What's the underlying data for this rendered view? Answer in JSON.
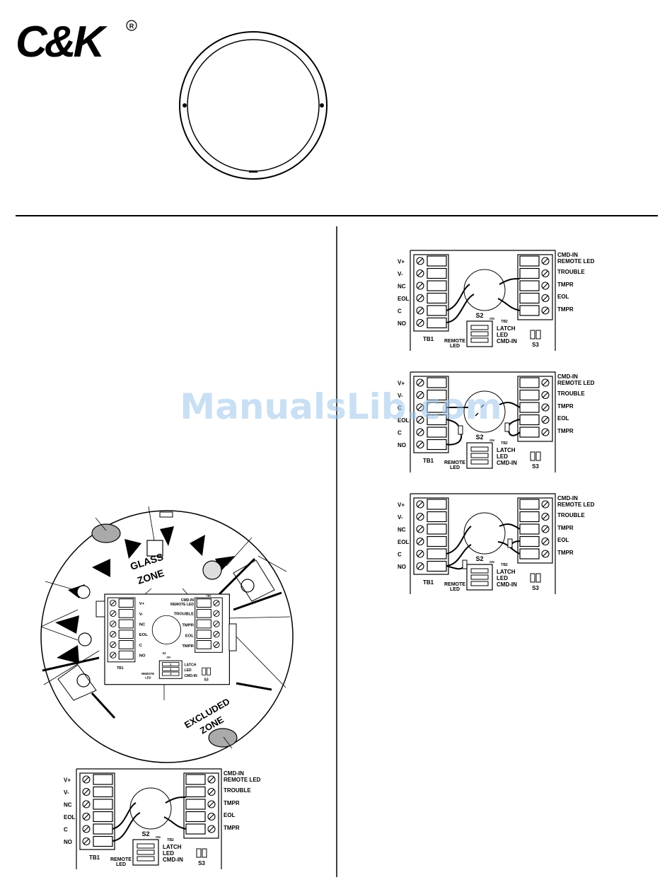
{
  "brand": {
    "logo": "C&K",
    "registered": "R"
  },
  "watermark": "ManualsLib.com",
  "tb1_labels": [
    "V+",
    "V-",
    "NC",
    "EOL",
    "C",
    "NO"
  ],
  "tb1_labels_variant": [
    "V+",
    "V-",
    "C",
    "EOL",
    "C",
    "NO"
  ],
  "tb2_labels": [
    "CMD-IN",
    "REMOTE LED",
    "TROUBLE",
    "TMPR",
    "EOL",
    "TMPR"
  ],
  "board": {
    "tb1": "TB1",
    "tb2": "TB2",
    "s2": "S2",
    "on": "ON",
    "s3": "S3",
    "remote_led_1": "REMOTE",
    "remote_led_2": "LED",
    "latch": "LATCH",
    "led": "LED",
    "cmd_in": "CMD-IN"
  },
  "zones": {
    "glass_1": "GLASS",
    "glass_2": "ZONE",
    "excluded_1": "EXCLUDED",
    "excluded_2": "ZONE"
  },
  "dip_numbers": [
    "1",
    "2",
    "3"
  ],
  "colors": {
    "ink": "#000000",
    "watermark": "#9ec6ea",
    "grey": "#aaaaaa"
  }
}
